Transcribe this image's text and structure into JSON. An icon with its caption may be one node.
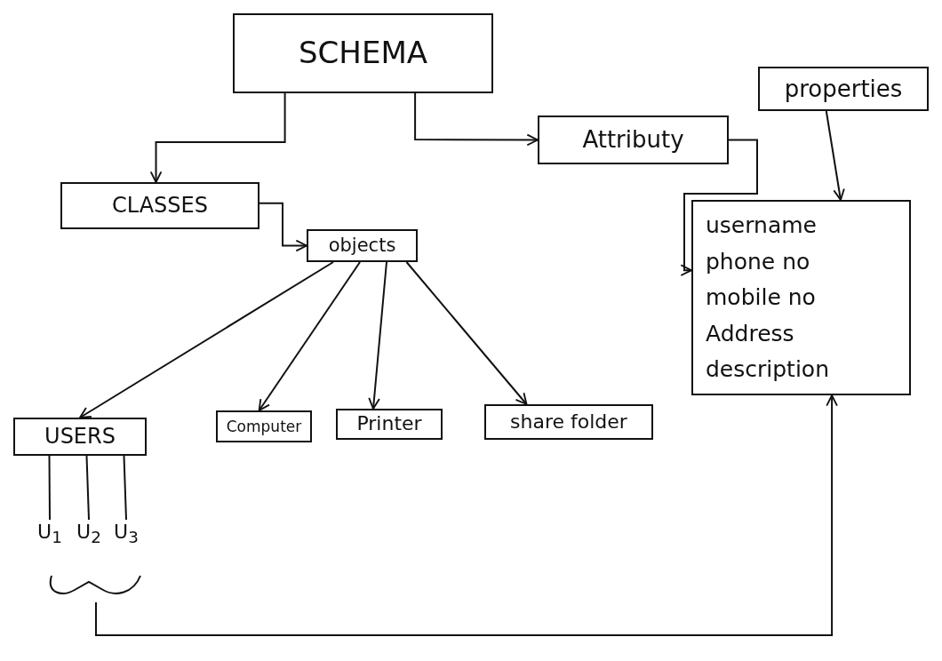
{
  "diagram": {
    "nodes": [
      {
        "text": [
          "SCHEMA"
        ]
      },
      {
        "text": [
          "properties"
        ]
      },
      {
        "text": [
          "Attributy"
        ]
      },
      {
        "text": [
          "CLASSES"
        ]
      },
      {
        "text": [
          "objects"
        ]
      },
      {
        "text": [
          "username",
          "phone no",
          "mobile no",
          "Address",
          "description"
        ]
      },
      {
        "text": [
          "USERS"
        ]
      },
      {
        "text": [
          "Computer"
        ]
      },
      {
        "text": [
          "Printer"
        ]
      },
      {
        "text": [
          "share folder"
        ]
      },
      {
        "text": [
          "U$_{1}$"
        ]
      },
      {
        "text": [
          "U$_{2}$"
        ]
      },
      {
        "text": [
          "U$_{3}$"
        ]
      }
    ],
    "edges": [
      {
        "from": 0,
        "to": 3,
        "arrow": "to"
      },
      {
        "from": 0,
        "to": 2,
        "arrow": "to"
      },
      {
        "from": 3,
        "to": 4,
        "arrow": "to"
      },
      {
        "from": 2,
        "to": 5,
        "arrow": "to"
      },
      {
        "from": 1,
        "to": 5,
        "arrow": "to"
      },
      {
        "from": 4,
        "to": 6,
        "arrow": "to"
      },
      {
        "from": 4,
        "to": 7,
        "arrow": "to"
      },
      {
        "from": 4,
        "to": 8,
        "arrow": "to"
      },
      {
        "from": 4,
        "to": 9,
        "arrow": "to"
      },
      {
        "from": 6,
        "to": 10,
        "arrow": "none"
      },
      {
        "from": 6,
        "to": 11,
        "arrow": "none"
      },
      {
        "from": 6,
        "to": 12,
        "arrow": "none"
      },
      {
        "from": null,
        "to": 5,
        "arrow": "to"
      }
    ]
  }
}
